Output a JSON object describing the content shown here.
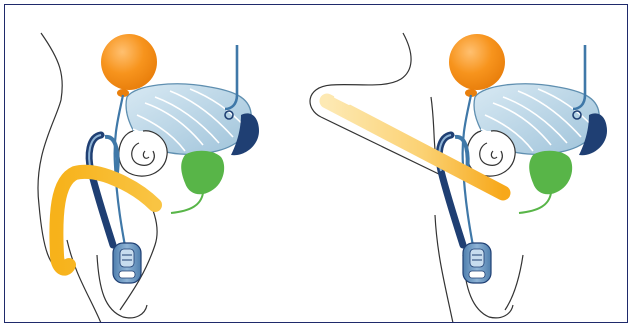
{
  "diagram": {
    "panels": [
      {
        "state": "flaccid"
      },
      {
        "state": "erect"
      }
    ]
  },
  "colors": {
    "frame": "#1f2a6b",
    "outline": "#333333",
    "reservoir": "#f7941d",
    "reservoir_highlight": "#ffc070",
    "bladder": "#b9d6e6",
    "bladder_edge": "#5f8fb0",
    "tubing": "#3f78a8",
    "tubing_dark": "#1f3f73",
    "prostate": "#58b548",
    "cylinder": "#f7b21a",
    "cylinder_light": "#fde9b3",
    "pump": "#5d8bb8",
    "pump_light": "#c7dcee"
  },
  "icons": [
    "reservoir-sphere",
    "bladder",
    "prostate",
    "implant-cylinder",
    "scrotal-pump"
  ]
}
